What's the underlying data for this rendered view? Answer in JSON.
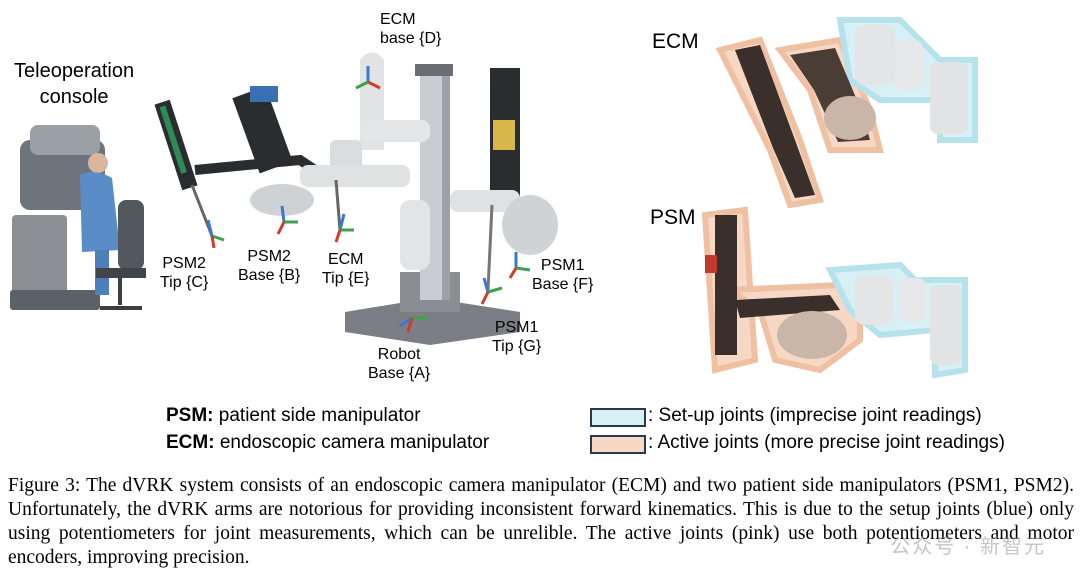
{
  "labels": {
    "console": [
      "Teleoperation",
      "console"
    ],
    "ecm_base": [
      "ECM",
      "base {D}"
    ],
    "psm2_tip": [
      "PSM2",
      "Tip {C}"
    ],
    "psm2_base": [
      "PSM2",
      "Base {B}"
    ],
    "ecm_tip": [
      "ECM",
      "Tip {E}"
    ],
    "psm1_base": [
      "PSM1",
      "Base {F}"
    ],
    "psm1_tip": [
      "PSM1",
      "Tip {G}"
    ],
    "robot_base": [
      "Robot",
      "Base {A}"
    ]
  },
  "panels": {
    "ecm_title": "ECM",
    "psm_title": "PSM"
  },
  "legend": {
    "psm_abbr": "PSM:",
    "psm_desc": "patient side manipulator",
    "ecm_abbr": "ECM:",
    "ecm_desc": "endoscopic camera manipulator",
    "setup_text": ": Set-up joints (imprecise joint readings)",
    "active_text": ": Active joints (more precise joint readings)",
    "setup_color": "#d6f0f6",
    "active_color": "#f7d8c4"
  },
  "caption": {
    "figure_label": "Figure 3:",
    "text": "The dVRK system consists of an endoscopic camera manipulator (ECM) and two patient side manipulators (PSM1, PSM2). Unfortunately, the dVRK arms are notorious for providing inconsistent forward kinematics. This is due to the setup joints (blue) only using potentiometers for joint measurements, which can be unrelible. The active joints (pink) use both potentiometers and motor encoders, improving precision."
  },
  "watermark": "公众号 · 新智元"
}
